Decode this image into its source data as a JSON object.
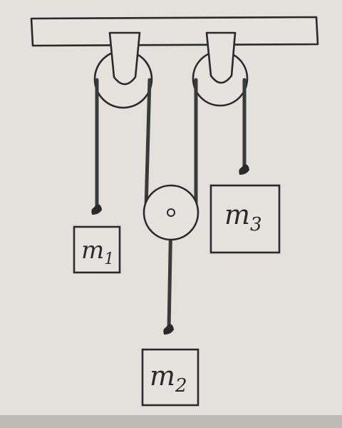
{
  "figure": {
    "masses": [
      {
        "id": "m1",
        "letter": "m",
        "subscript": "1"
      },
      {
        "id": "m2",
        "letter": "m",
        "subscript": "2"
      },
      {
        "id": "m3",
        "letter": "m",
        "subscript": "3"
      }
    ],
    "colors": {
      "paper": "#e4e1dd",
      "ink": "#2a2a2a",
      "rope": "#3a3a3a",
      "shadow": "#bdb9b4"
    }
  }
}
